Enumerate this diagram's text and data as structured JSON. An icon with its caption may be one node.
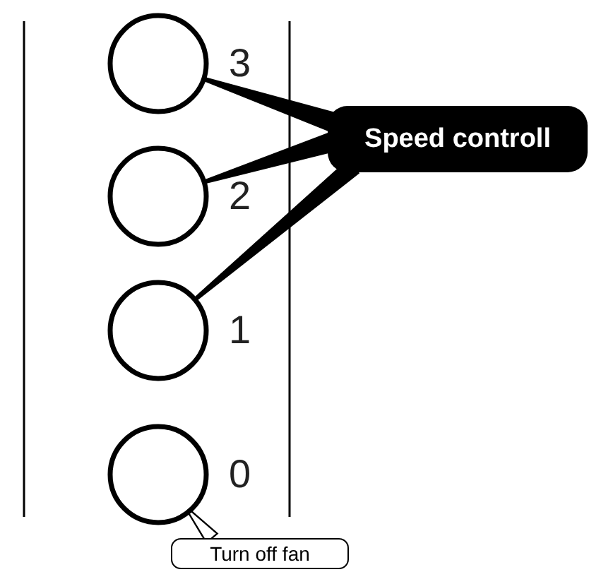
{
  "diagram": {
    "nodes": [
      {
        "text": [],
        "shape": "circle",
        "beside": [
          "3"
        ]
      },
      {
        "text": [
          "Speed controll"
        ]
      },
      {
        "text": [],
        "shape": "circle",
        "beside": [
          "2"
        ]
      },
      {
        "text": [],
        "shape": "circle",
        "beside": [
          "1"
        ]
      },
      {
        "text": [],
        "shape": "circle",
        "beside": [
          "0"
        ]
      },
      {
        "text": [
          "Turn off fan"
        ]
      }
    ],
    "edges": [
      {
        "from": 1,
        "to": 0,
        "arrow": "none"
      },
      {
        "from": 1,
        "to": 2,
        "arrow": "none"
      },
      {
        "from": 1,
        "to": 3,
        "arrow": "none"
      },
      {
        "from": 5,
        "to": 4,
        "arrow": "none"
      }
    ]
  }
}
